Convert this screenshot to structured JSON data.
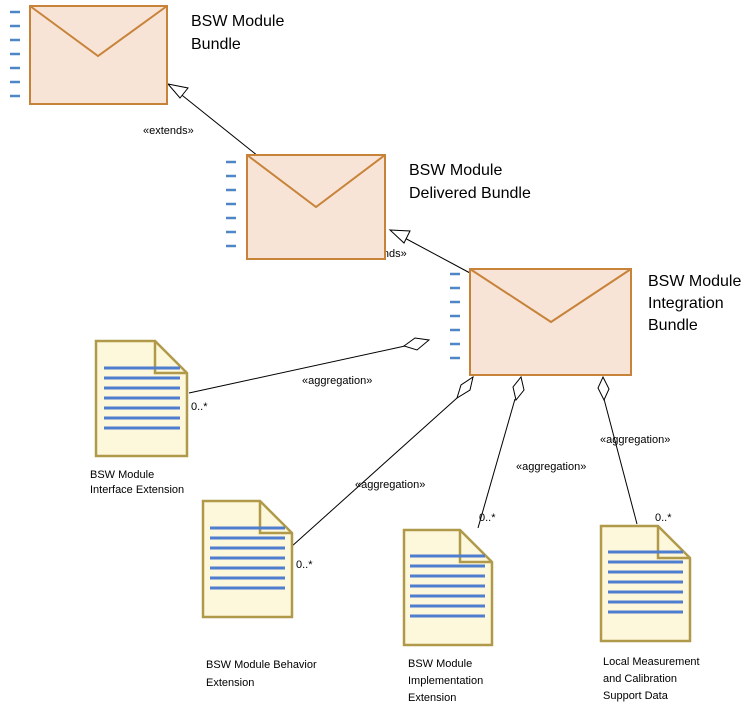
{
  "bundles": [
    {
      "id": "bsw-module-bundle",
      "title_lines": [
        "BSW Module",
        "Bundle"
      ]
    },
    {
      "id": "bsw-module-delivered-bundle",
      "title_lines": [
        "BSW Module",
        "Delivered Bundle"
      ]
    },
    {
      "id": "bsw-module-integration-bundle",
      "title_lines": [
        "BSW Module",
        "Integration",
        "Bundle"
      ]
    }
  ],
  "documents": [
    {
      "id": "bsw-module-interface-extension",
      "label_lines": [
        "BSW Module",
        "Interface Extension"
      ]
    },
    {
      "id": "bsw-module-behavior-extension",
      "label_lines": [
        "BSW Module Behavior",
        "Extension"
      ]
    },
    {
      "id": "bsw-module-implementation-extension",
      "label_lines": [
        "BSW Module",
        "Implementation",
        "Extension"
      ]
    },
    {
      "id": "local-measurement-calibration-support-data",
      "label_lines": [
        "Local Measurement",
        "and Calibration",
        "Support Data"
      ]
    }
  ],
  "relations": {
    "extends_1": {
      "stereotype": "«extends»"
    },
    "extends_2": {
      "stereotype": "«extends»"
    },
    "agg_interface": {
      "stereotype": "«aggregation»",
      "multiplicity": "0..*"
    },
    "agg_behavior": {
      "stereotype": "«aggregation»",
      "multiplicity": "0..*"
    },
    "agg_implementation": {
      "stereotype": "«aggregation»",
      "multiplicity": "0..*"
    },
    "agg_local": {
      "stereotype": "«aggregation»",
      "multiplicity": "0..*"
    }
  },
  "colors": {
    "bundle_fill": "#f8e4d6",
    "bundle_stroke": "#c8833a",
    "doc_fill": "#fdf7dc",
    "doc_stroke": "#b09a4a",
    "doc_lines": "#4f7ecf",
    "port_ticks": "#4f86c6",
    "line": "#000000"
  }
}
